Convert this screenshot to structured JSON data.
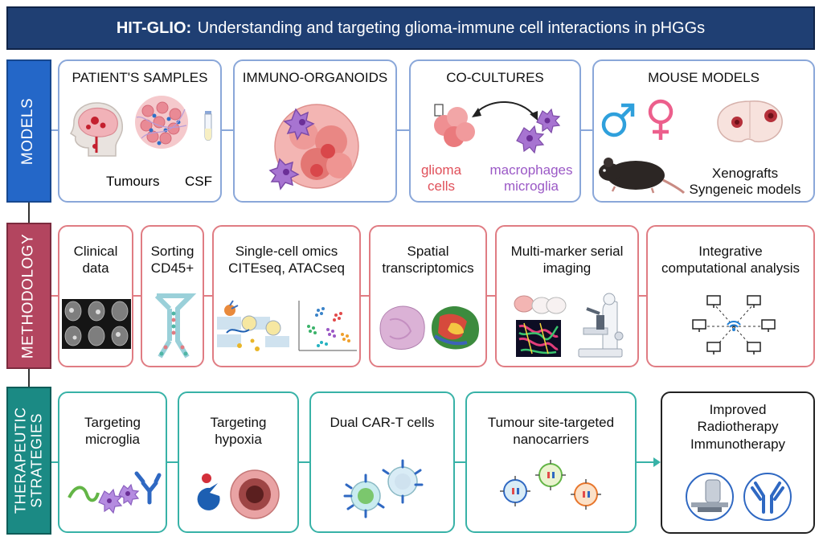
{
  "title": {
    "bold": "HIT-GLIO:",
    "rest": " Understanding and targeting glioma-immune cell interactions in pHGGs"
  },
  "rows": {
    "models": "MODELS",
    "methodology": "METHODOLOGY",
    "therapeutic_line1": "THERAPEUTIC",
    "therapeutic_line2": "STRATEGIES"
  },
  "models": {
    "patients": {
      "title": "PATIENT'S SAMPLES",
      "tumours": "Tumours",
      "csf": "CSF"
    },
    "organoids": {
      "title": "IMMUNO-ORGANOIDS"
    },
    "cocultures": {
      "title": "CO-CULTURES",
      "glioma_l1": "glioma",
      "glioma_l2": "cells",
      "macro_l1": "macrophages",
      "macro_l2": "microglia"
    },
    "mouse": {
      "title": "MOUSE MODELS",
      "line1": "Xenografts",
      "line2": "Syngeneic models"
    }
  },
  "methodology": {
    "clinical": {
      "l1": "Clinical",
      "l2": "data"
    },
    "sorting": {
      "l1": "Sorting",
      "l2": "CD45+"
    },
    "omics": {
      "l1": "Single-cell omics",
      "l2": "CITEseq, ATACseq"
    },
    "spatial": {
      "l1": "Spatial",
      "l2": "transcriptomics"
    },
    "imaging": {
      "l1": "Multi-marker serial",
      "l2": "imaging"
    },
    "integrative": {
      "l1": "Integrative",
      "l2": "computational analysis"
    }
  },
  "therapeutic": {
    "microglia": {
      "l1": "Targeting",
      "l2": "microglia"
    },
    "hypoxia": {
      "l1": "Targeting",
      "l2": "hypoxia"
    },
    "cart": {
      "l1": "Dual CAR-T cells"
    },
    "nano": {
      "l1": "Tumour site-targeted",
      "l2": "nanocarriers"
    },
    "improved": {
      "l1": "Improved",
      "l2": "Radiotherapy",
      "l3": "Immunotherapy"
    }
  },
  "colors": {
    "title_bg": "#1f3f73",
    "models": "#2467c8",
    "methodology": "#b3455f",
    "therapeutic": "#1b8a84",
    "glioma": "#e0505a",
    "macrophage": "#9b59c6"
  },
  "icons": [
    "brain-head-icon",
    "tumour-cells-icon",
    "csf-tube-icon",
    "organoid-icon",
    "coculture-icon",
    "male-symbol-icon",
    "female-symbol-icon",
    "mouse-brain-icon",
    "mouse-icon",
    "mri-scans-icon",
    "sorting-icon",
    "tsne-plot-icon",
    "tissue-section-icon",
    "microscope-icon",
    "network-icon",
    "antibody-icon",
    "hypoxia-icon",
    "car-t-icon",
    "nanocarrier-icon",
    "radiotherapy-icon"
  ]
}
